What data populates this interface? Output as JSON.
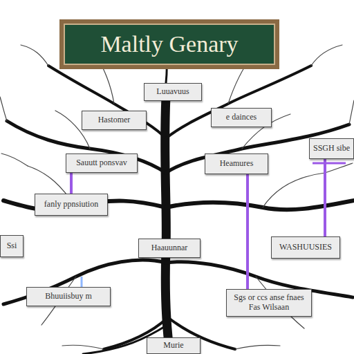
{
  "diagram": {
    "title": "Maltly Genary",
    "nodes": [
      {
        "text": [
          "Luuavuus"
        ]
      },
      {
        "text": [
          "Hastomer"
        ]
      },
      {
        "text": [
          "e dainces"
        ]
      },
      {
        "text": [
          "Sauutt ponsvav"
        ]
      },
      {
        "text": [
          "Heamures"
        ]
      },
      {
        "text": [
          "SSGH sibe"
        ]
      },
      {
        "text": [
          "fanly ppnsiution"
        ]
      },
      {
        "text": [
          "Ssi"
        ]
      },
      {
        "text": [
          "Haauunnar"
        ]
      },
      {
        "text": [
          "WASHUUSIES"
        ]
      },
      {
        "text": [
          "Bhuuiisbuy m"
        ]
      },
      {
        "text": [
          "Sgs or ccs anse fnaes Fas Wilsaan"
        ]
      },
      {
        "text": [
          "Murie"
        ]
      }
    ],
    "edges": [
      {
        "from": 3,
        "to": 6,
        "arrow": "none"
      },
      {
        "from": 4,
        "to": 11,
        "arrow": "none"
      },
      {
        "from": 5,
        "to": 9,
        "arrow": "none"
      }
    ]
  }
}
